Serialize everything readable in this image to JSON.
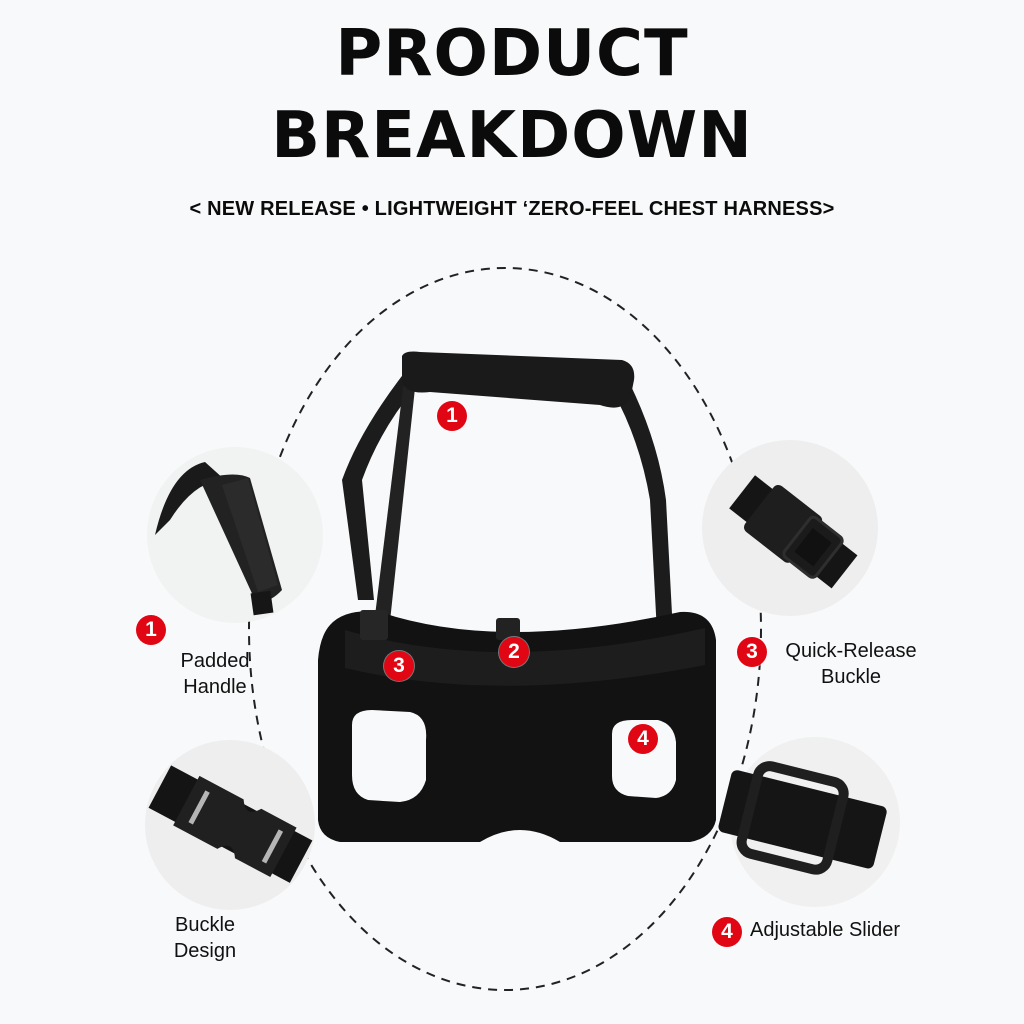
{
  "header": {
    "title_line1": "PRODUCT",
    "title_line2": "BREAKDOWN",
    "subtitle": "< NEW RELEASE • LIGHTWEIGHT ‘ZERO-FEEL CHEST HARNESS>"
  },
  "colors": {
    "badge": "#e00613",
    "product": "#141414",
    "background": "#f8f9fa"
  },
  "badges_on_product": [
    {
      "number": "1",
      "target": "padded handle"
    },
    {
      "number": "2",
      "target": "chest tab"
    },
    {
      "number": "3",
      "target": "quick-release buckle"
    },
    {
      "number": "4",
      "target": "adjustable slider"
    }
  ],
  "features": [
    {
      "number": "1",
      "label_line1": "Padded",
      "label_line2": "Handle",
      "icon": "padded-handle-image"
    },
    {
      "number": "3",
      "label_line1": "Quick-Release",
      "label_line2": "Buckle",
      "icon": "quick-release-buckle-image"
    },
    {
      "number": "",
      "label_line1": "Buckle",
      "label_line2": "Design",
      "icon": "side-release-buckle-image"
    },
    {
      "number": "4",
      "label_line1": "Adjustable Slider",
      "label_line2": "",
      "icon": "adjustable-slider-image"
    }
  ]
}
